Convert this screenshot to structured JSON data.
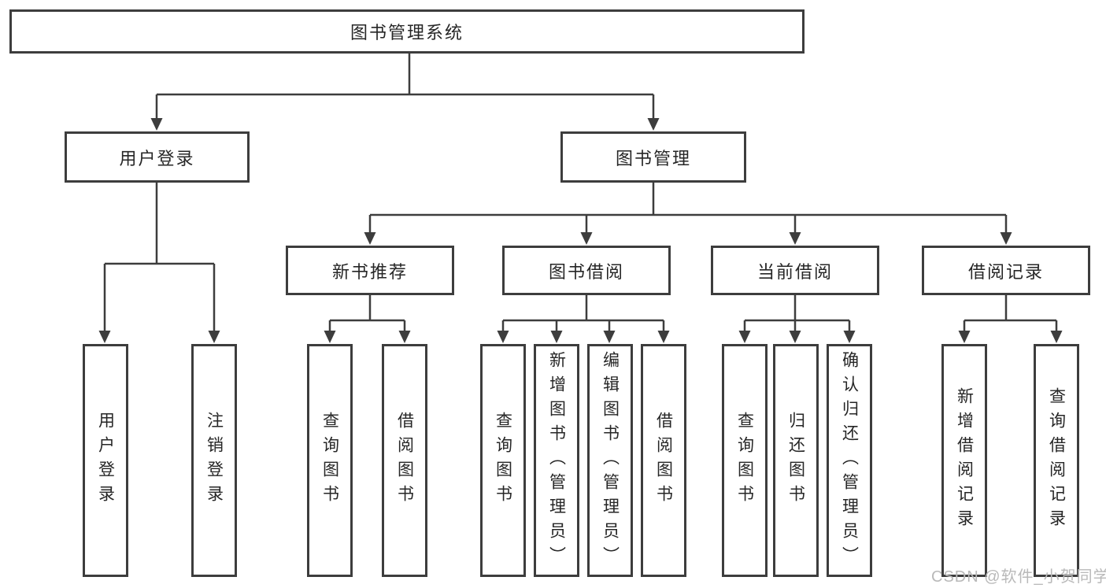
{
  "diagram": {
    "title": "图书管理系统",
    "level1": {
      "user_login": "用户登录",
      "book_management": "图书管理"
    },
    "level2": {
      "new_book_recommend": "新书推荐",
      "book_borrow": "图书借阅",
      "current_borrow": "当前借阅",
      "borrow_record": "借阅记录"
    },
    "leaves": {
      "user_login": [
        "用户登录",
        "注销登录"
      ],
      "new_book_recommend": [
        "查询图书",
        "借阅图书"
      ],
      "book_borrow": [
        "查询图书",
        "新增图书（管理员）",
        "编辑图书（管理员）",
        "借阅图书"
      ],
      "current_borrow": [
        "查询图书",
        "归还图书",
        "确认归还（管理员）"
      ],
      "borrow_record": [
        "新增借阅记录",
        "查询借阅记录"
      ]
    }
  },
  "watermark": "CSDN @软件_小贺同学",
  "colors": {
    "line": "#3d3d3d",
    "text": "#262626",
    "watermark": "#b9b9b9",
    "background": "#ffffff"
  }
}
